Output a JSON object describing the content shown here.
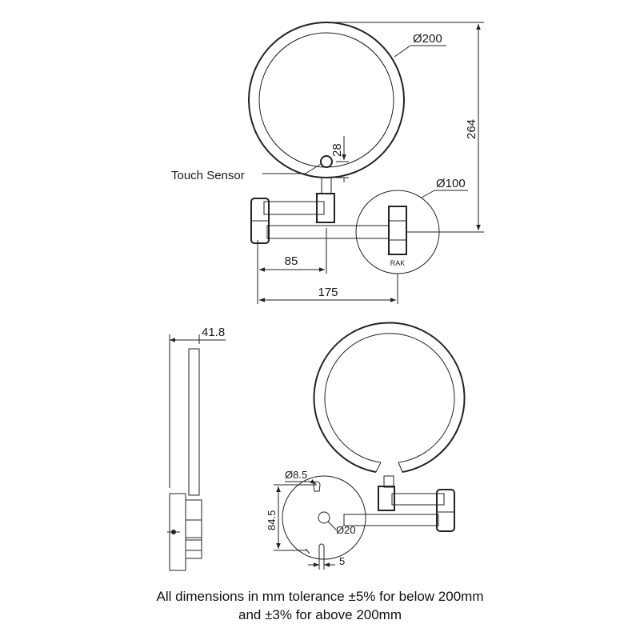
{
  "labels": {
    "mirror_diameter": "Ø200",
    "base_diameter": "Ø100",
    "height_total": "264",
    "sensor_offset": "28",
    "touch_sensor": "Touch Sensor",
    "arm_85": "85",
    "arm_175": "175",
    "brand": "RAK",
    "depth": "41.8",
    "hole_diameter": "Ø8.5",
    "hole_spacing": "84.5",
    "center_diameter": "Ø20",
    "slot_width": "5"
  },
  "caption": {
    "line1": "All dimensions in mm tolerance ±5% for below 200mm",
    "line2": "and ±3% for above 200mm"
  }
}
